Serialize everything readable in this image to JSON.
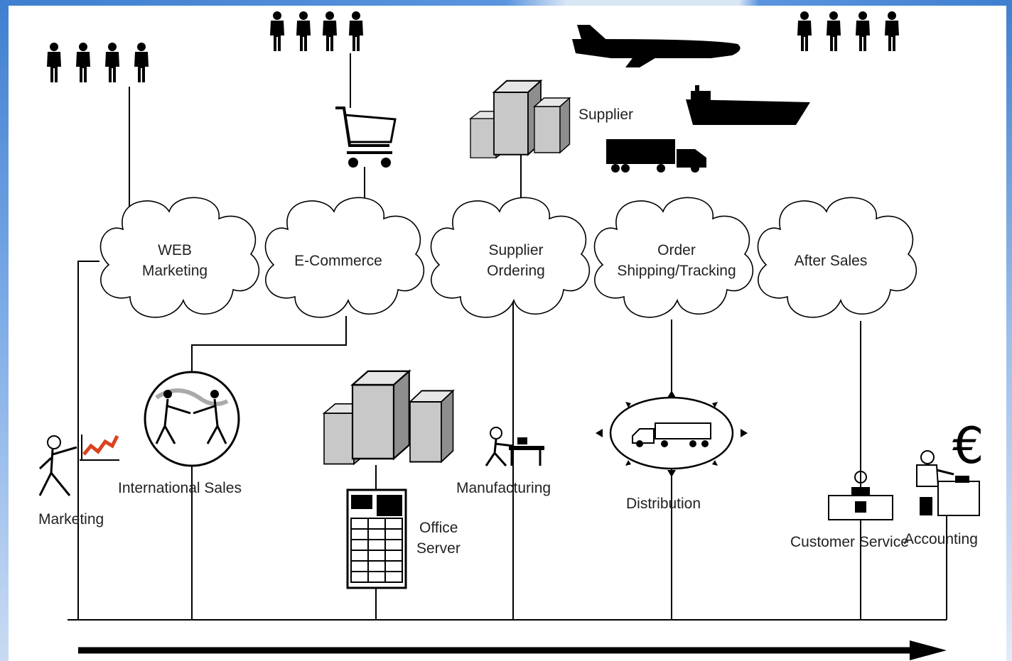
{
  "clouds": [
    {
      "line1": "WEB",
      "line2": "Marketing"
    },
    {
      "line1": "E-Commerce",
      "line2": ""
    },
    {
      "line1": "Supplier",
      "line2": "Ordering"
    },
    {
      "line1": "Order",
      "line2": "Shipping/Tracking"
    },
    {
      "line1": "After Sales",
      "line2": ""
    }
  ],
  "labels": {
    "supplier": "Supplier",
    "marketing": "Marketing",
    "international_sales": "International Sales",
    "office_server_line1": "Office",
    "office_server_line2": "Server",
    "manufacturing": "Manufacturing",
    "distribution": "Distribution",
    "customer_service": "Customer Service",
    "accounting": "Accounting"
  },
  "currency_symbol": "€",
  "colors": {
    "ink": "#000000",
    "text": "#222222",
    "building_fill": "#c8c8c8",
    "marketing_chart": "#d9431f",
    "frame_blue": "#3f7fd0"
  }
}
